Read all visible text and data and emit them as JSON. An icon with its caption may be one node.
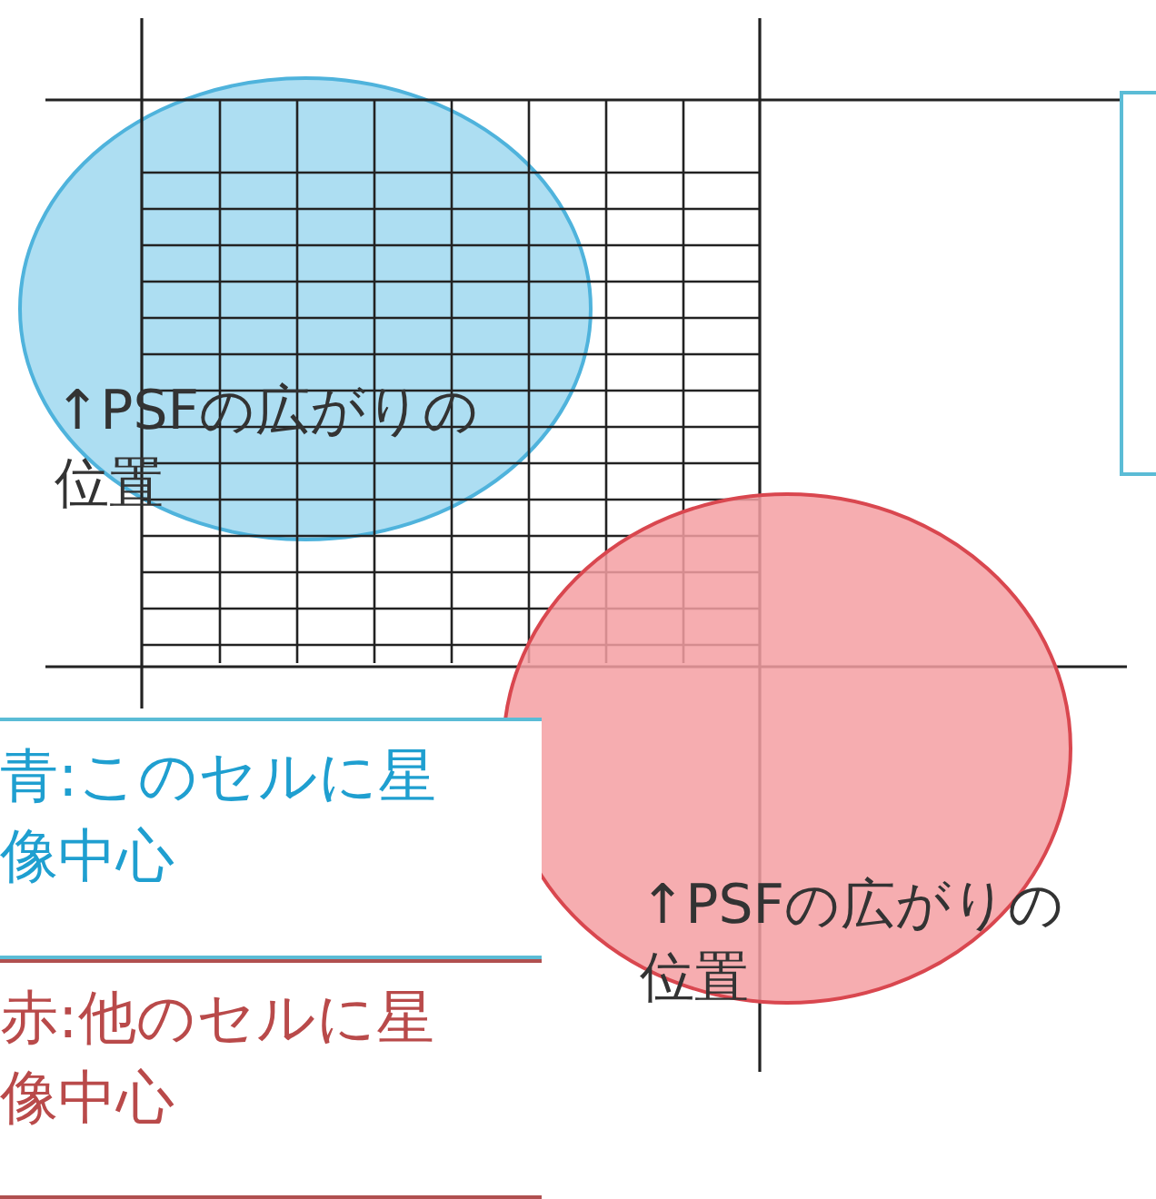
{
  "diagram": {
    "nodes": [
      {
        "text": [],
        "shape": "box"
      },
      {
        "text": [
          "青:このセルに星像中心"
        ]
      },
      {
        "text": [
          "赤:他のセルに星像中心"
        ]
      }
    ],
    "labels": [
      "↑PSFの広がりの位置",
      "↑PSFの広がりの位置"
    ]
  }
}
